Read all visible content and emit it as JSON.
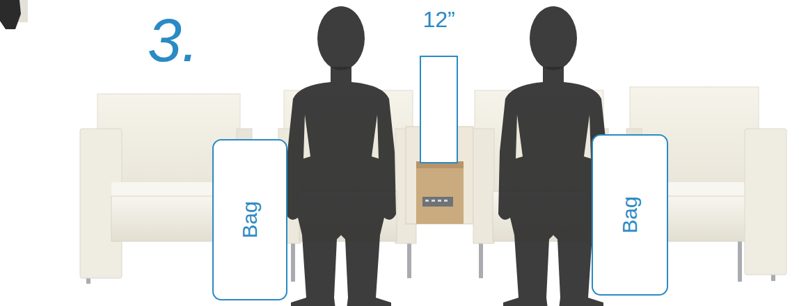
{
  "diagram": {
    "nodes": [
      {
        "text": [
          "Bag"
        ]
      },
      {
        "text": [
          "12”"
        ]
      },
      {
        "text": [
          "Bag"
        ]
      }
    ],
    "labels": [
      "3."
    ]
  }
}
